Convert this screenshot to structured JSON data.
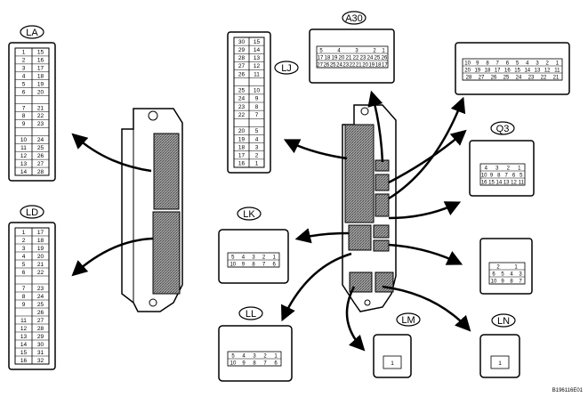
{
  "figure_code": "B196116E01",
  "connectors": {
    "LA": {
      "label": "LA",
      "left": [
        "1",
        "2",
        "3",
        "4",
        "5",
        "6",
        "",
        "7",
        "8",
        "9",
        "",
        "10",
        "11",
        "12",
        "13",
        "14"
      ],
      "right": [
        "15",
        "16",
        "17",
        "18",
        "19",
        "20",
        "",
        "21",
        "22",
        "23",
        "",
        "24",
        "25",
        "26",
        "27",
        "28"
      ]
    },
    "LD": {
      "label": "LD",
      "left": [
        "1",
        "2",
        "3",
        "4",
        "5",
        "6",
        "",
        "7",
        "8",
        "9",
        "",
        "11",
        "12",
        "13",
        "14",
        "15",
        "16"
      ],
      "right": [
        "17",
        "18",
        "19",
        "20",
        "21",
        "22",
        "",
        "23",
        "24",
        "25",
        "26",
        "27",
        "28",
        "29",
        "30",
        "31",
        "32"
      ]
    },
    "LJ": {
      "label": "LJ",
      "left": [
        "30",
        "29",
        "28",
        "27",
        "26",
        "",
        "25",
        "24",
        "23",
        "22",
        "",
        "20",
        "19",
        "18",
        "17",
        "16"
      ],
      "right": [
        "15",
        "14",
        "13",
        "12",
        "11",
        "",
        "10",
        "9",
        "8",
        "7",
        "",
        "5",
        "4",
        "3",
        "2",
        "1"
      ]
    },
    "A30": {
      "label": "A30",
      "row1": [
        "5",
        "",
        "4",
        "",
        "3",
        "",
        "2",
        "1"
      ],
      "row2": "17181920212223242526",
      "row3": "2726252423222120191817"
    },
    "Q3": {
      "label": "Q3",
      "row1": [
        "4",
        "3",
        "2",
        "1"
      ],
      "row2": [
        "10",
        "9",
        "8",
        "7",
        "6",
        "5"
      ],
      "row3": [
        "16",
        "15",
        "14",
        "13",
        "12",
        "11"
      ]
    },
    "topright": {
      "row1": [
        "10",
        "9",
        "8",
        "7",
        "6",
        "5",
        "4",
        "3",
        "2",
        "1"
      ],
      "row2": "20191817161514131211",
      "row3": "28272625242322 21"
    },
    "LK": {
      "label": "LK",
      "row1": [
        "5",
        "4",
        "3",
        "2",
        "1"
      ],
      "row2": [
        "10",
        "9",
        "8",
        "7",
        "6"
      ]
    },
    "LL": {
      "label": "LL",
      "row1": [
        "5",
        "4",
        "3",
        "2",
        "1"
      ],
      "row2": [
        "10",
        "9",
        "8",
        "7",
        "6"
      ]
    },
    "LM": {
      "label": "LM",
      "pin": "1"
    },
    "LN": {
      "label": "LN",
      "pin": "1"
    },
    "mid_right": {
      "row1": [
        "2",
        "1"
      ],
      "row2": [
        "6",
        "5",
        "4",
        "3"
      ],
      "row3": [
        "10",
        "9",
        "8",
        "7"
      ]
    }
  }
}
